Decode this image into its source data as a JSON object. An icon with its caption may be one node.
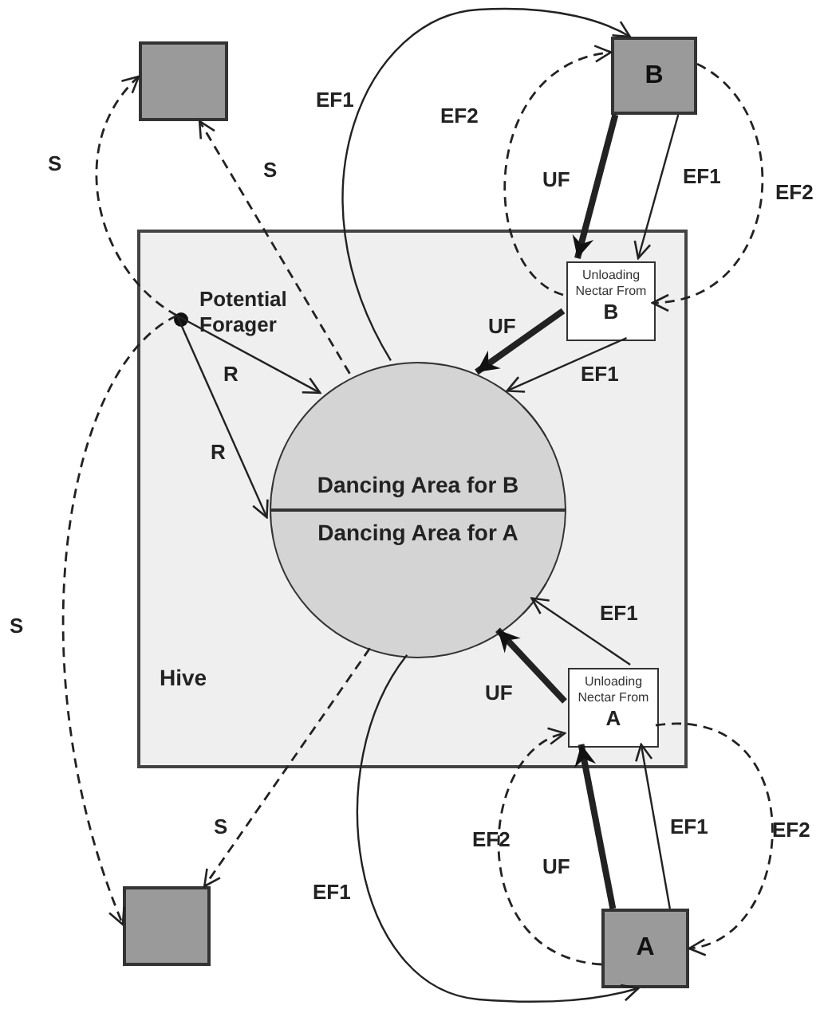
{
  "diagram": {
    "nodes": [
      {
        "text": [
          "Hive"
        ]
      },
      {
        "text": [
          "Potential Forager"
        ],
        "in": 0
      },
      {
        "text": [
          "Dancing Area for B"
        ],
        "in": 0
      },
      {
        "text": [
          "Dancing Area for A"
        ],
        "in": 0
      },
      {
        "text": [
          "Unloading Nectar From",
          "B"
        ],
        "in": 0
      },
      {
        "text": [
          "Unloading Nectar From",
          "A"
        ],
        "in": 0
      },
      {
        "text": [
          "B"
        ]
      },
      {
        "text": [
          "A"
        ]
      },
      {
        "text": [],
        "shape": "box"
      },
      {
        "text": [],
        "shape": "box"
      }
    ],
    "edges": [
      {
        "from": 1,
        "to": 8,
        "arrow": "to",
        "label": "S",
        "style": "dashed"
      },
      {
        "from": 2,
        "to": 8,
        "arrow": "to",
        "label": "S",
        "style": "dashed"
      },
      {
        "from": 1,
        "to": 9,
        "arrow": "to",
        "label": "S",
        "style": "dashed"
      },
      {
        "from": 3,
        "to": 9,
        "arrow": "to",
        "label": "S",
        "style": "dashed"
      },
      {
        "from": 1,
        "to": 2,
        "arrow": "to",
        "label": "R"
      },
      {
        "from": 1,
        "to": 3,
        "arrow": "to",
        "label": "R"
      },
      {
        "from": 2,
        "to": 6,
        "arrow": "to",
        "label": "EF1"
      },
      {
        "from": 3,
        "to": 7,
        "arrow": "to",
        "label": "EF1"
      },
      {
        "from": 6,
        "to": 4,
        "arrow": "to",
        "label": "UF",
        "style": "thick"
      },
      {
        "from": 4,
        "to": 2,
        "arrow": "to",
        "label": "UF",
        "style": "thick"
      },
      {
        "from": 6,
        "to": 4,
        "arrow": "to",
        "label": "EF1"
      },
      {
        "from": 4,
        "to": 2,
        "arrow": "to",
        "label": "EF1"
      },
      {
        "from": 4,
        "to": 6,
        "arrow": "to",
        "label": "EF2",
        "style": "dashed"
      },
      {
        "from": 6,
        "to": 4,
        "arrow": "to",
        "label": "EF2",
        "style": "dashed"
      },
      {
        "from": 7,
        "to": 5,
        "arrow": "to",
        "label": "UF",
        "style": "thick"
      },
      {
        "from": 5,
        "to": 3,
        "arrow": "to",
        "label": "UF",
        "style": "thick"
      },
      {
        "from": 7,
        "to": 5,
        "arrow": "to",
        "label": "EF1"
      },
      {
        "from": 5,
        "to": 3,
        "arrow": "to",
        "label": "EF1"
      },
      {
        "from": 7,
        "to": 5,
        "arrow": "to",
        "label": "EF2",
        "style": "dashed"
      },
      {
        "from": 5,
        "to": 7,
        "arrow": "to",
        "label": "EF2",
        "style": "dashed"
      }
    ]
  }
}
